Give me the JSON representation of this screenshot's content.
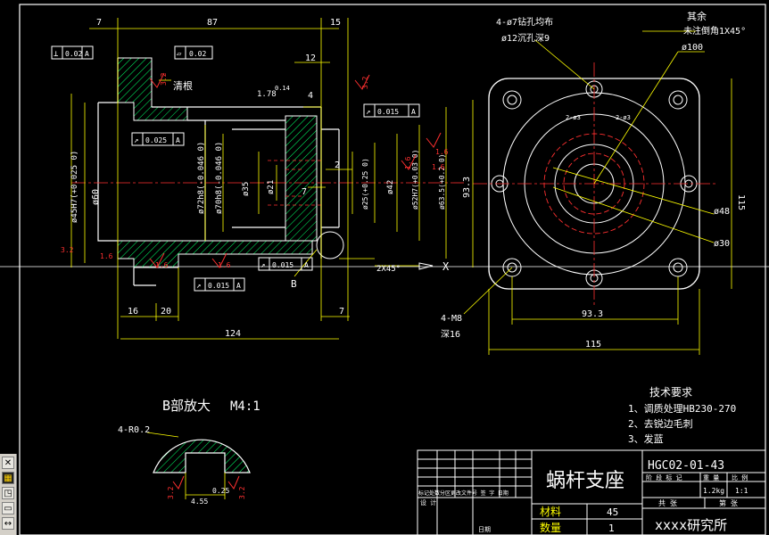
{
  "drawing": {
    "notes_top_right": {
      "holes": "4-ø7钻孔均布",
      "counterbore": "ø12沉孔深9",
      "rest_label": "其余",
      "chamfer_note": "未注倒角1X45°",
      "d100": "ø100"
    },
    "dims_top": {
      "d7": "7",
      "d87": "87",
      "d15": "15",
      "d12": "12",
      "d4": "4",
      "d2": "2",
      "d7b": "7"
    },
    "gdt": {
      "perp_top": [
        "⊥",
        "0.02",
        "A"
      ],
      "flat_top": [
        "▱",
        "0.02"
      ],
      "runout_1": [
        "↗",
        "0.025",
        "A"
      ],
      "runout_2": [
        "↗",
        "0.015",
        "A"
      ],
      "runout_3": [
        "↗",
        "0.015",
        "A"
      ],
      "runout_4": [
        "↗",
        "0.015",
        "A"
      ]
    },
    "surface_labels": [
      "3.2",
      "1.6",
      "1.6",
      "1.6",
      "3.2",
      "1.6",
      "3.2",
      "1.6",
      "1.6"
    ],
    "section_labels": {
      "qinggen": "清根",
      "d1": "1.78",
      "d1b": "0.14",
      "dia60": "ø60",
      "dia45": "ø45H7(+0.025 0)",
      "dia72": "ø72h8(-0.046 0)",
      "dia70": "ø70h8(-0.046 0)",
      "dia35": "ø35",
      "dia21": "ø21",
      "dia25": "ø25(+0.25 0)",
      "dia42": "ø42",
      "dia52": "ø52H7(+0.03 0)",
      "dia63": "ø63.5(+0.2 0)",
      "chamfer": "2X45°",
      "b_mark": "B"
    },
    "dims_bottom": {
      "d16": "16",
      "d20": "20",
      "d124": "124",
      "d7c": "7"
    },
    "front_view": {
      "d93_v": "93.3",
      "d115_v": "115",
      "d93_h": "93.3",
      "d115_h": "115",
      "d48": "ø48",
      "d30": "ø30",
      "m8": "4-M8",
      "depth16": "深16",
      "small_a": "2-ø3",
      "small_b": "2-ø3"
    },
    "detail_b": {
      "title": "B部放大",
      "scale": "M4:1",
      "radius": "4-R0.2",
      "s1": "3.2",
      "s2": "3.2",
      "w1": "4.55",
      "w2": "0.25"
    },
    "tech": {
      "title": "技术要求",
      "items": [
        "1、调质处理HB230-270",
        "2、去锐边毛刺",
        "3、发蓝"
      ]
    },
    "title_block": {
      "name": "蜗杆支座",
      "code": "HGC02-01-43",
      "stage_header": "阶 段 标 记",
      "weight_header": "重 量",
      "scale_header": "比 例",
      "weight": "1.2kg",
      "scale": "1:1",
      "sheets_total": "共 张",
      "sheet_no": "第 张",
      "material_label": "材料",
      "material_value": "45",
      "qty_label": "数量",
      "qty_value": "1",
      "org": "xxxx研究所",
      "rev_headers": "标记处数分区更改文件号 签 字 日期",
      "designer": "设 计",
      "date": "日期"
    },
    "x_marker": "X"
  },
  "toolbar": {
    "buttons": [
      "✕",
      "▦",
      "◳",
      "▭",
      "↔"
    ]
  }
}
